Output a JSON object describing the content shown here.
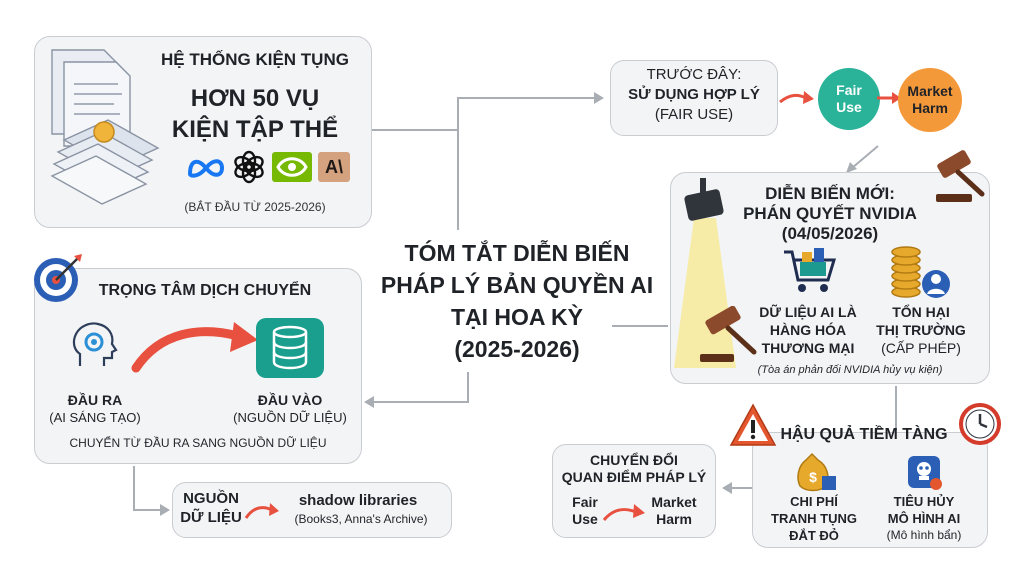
{
  "center": {
    "lines": [
      "TÓM TẮT DIỄN BIẾN",
      "PHÁP LÝ BẢN QUYỀN AI",
      "TẠI HOA KỲ",
      "(2025-2026)"
    ]
  },
  "litigation": {
    "title": "HỆ THỐNG KIỆN TỤNG",
    "headline1": "HƠN 50 VỤ",
    "headline2": "KIỆN TẬP THỂ",
    "note": "(BẮT ĐẦU TỪ 2025-2026)",
    "companies": [
      "meta-logo",
      "openai-logo",
      "nvidia-logo",
      "anthropic-logo"
    ],
    "anthropic_mark": "A\\"
  },
  "focus": {
    "title": "TRỌNG TÂM DỊCH CHUYỂN",
    "output_label": "ĐẦU RA",
    "output_sub": "(AI SÁNG TẠO)",
    "input_label": "ĐẦU VÀO",
    "input_sub": "(NGUỒN DỮ LIỆU)",
    "summary": "CHUYỂN TỪ ĐẦU RA SANG NGUỒN DỮ LIỆU"
  },
  "source": {
    "label1": "NGUỒN",
    "label2": "DỮ LIỆU",
    "target": "shadow libraries",
    "examples": "(Books3, Anna's Archive)"
  },
  "before": {
    "line1": "TRƯỚC ĐÂY:",
    "line2": "SỬ DỤNG HỢP LÝ",
    "line3": "(FAIR USE)",
    "node1": "Fair Use",
    "node2": "Market Harm",
    "node1_color": "#2bb39a",
    "node2_color": "#f4993a"
  },
  "ruling": {
    "line1": "DIỄN BIẾN MỚI:",
    "line2": "PHÁN QUYẾT NVIDIA",
    "line3": "(04/05/2026)",
    "item1": [
      "DỮ LIỆU AI LÀ",
      "HÀNG HÓA",
      "THƯƠNG MẠI"
    ],
    "item2": [
      "TỔN HẠI",
      "THỊ TRƯỜNG"
    ],
    "item2_sub": "(CẤP PHÉP)",
    "footnote": "(Tòa án phản đối NVIDIA hủy vụ kiện)"
  },
  "consequence": {
    "title": "HẬU QUẢ TIỀM TÀNG",
    "item1": [
      "CHI PHÍ",
      "TRANH TỤNG",
      "ĐẮT ĐỎ"
    ],
    "item2": [
      "TIÊU HỦY",
      "MÔ HÌNH AI"
    ],
    "item2_sub": "(Mô hình bẩn)"
  },
  "shift": {
    "line1": "CHUYỂN ĐỔI",
    "line2": "QUAN ĐIỂM PHÁP LÝ",
    "from1": "Fair",
    "from2": "Use",
    "to1": "Market",
    "to2": "Harm"
  },
  "colors": {
    "accent_red": "#e8513f",
    "teal": "#1c9a8f",
    "gold": "#e7a92c",
    "warning": "#e4572e",
    "gavel": "#8b4a2b"
  }
}
